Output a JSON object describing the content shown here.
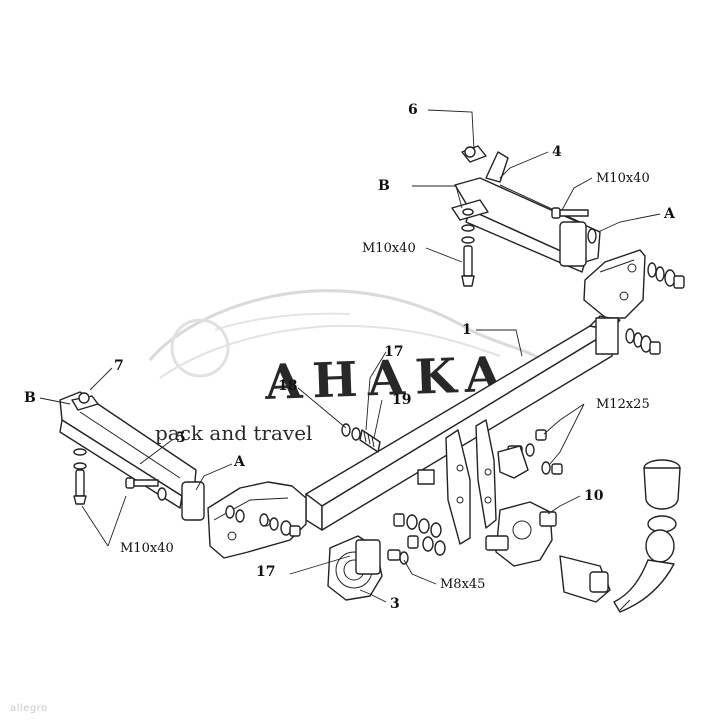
{
  "labels": {
    "part_1": "1",
    "part_3": "3",
    "part_4": "4",
    "part_5": "5",
    "part_6": "6",
    "part_7": "7",
    "part_10": "10",
    "part_17_top": "17",
    "part_17_bottom": "17",
    "part_18": "18",
    "part_19": "19",
    "point_a_right": "A",
    "point_a_left": "A",
    "point_b_right": "B",
    "point_b_left": "B",
    "bolt_m10x40_top_right": "M10x40",
    "bolt_m10x40_mid_right": "M10x40",
    "bolt_m10x40_left": "M10x40",
    "bolt_m12x25": "M12x25",
    "bolt_m8x45": "M8x45"
  },
  "watermark": {
    "brand": "AHAKA",
    "tagline": "pack and travel",
    "brand_color": "#c9c9c9",
    "tagline_color": "#e8a0a0"
  },
  "credit": "allegro"
}
